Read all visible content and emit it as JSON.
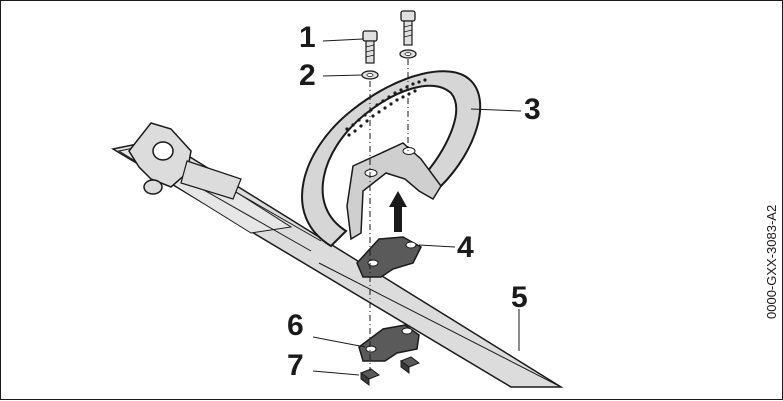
{
  "callouts": {
    "n1": "1",
    "n2": "2",
    "n3": "3",
    "n4": "4",
    "n5": "5",
    "n6": "6",
    "n7": "7"
  },
  "document_code": "0000-GXX-3083-A2",
  "colors": {
    "line": "#1a1a1a",
    "part_fill": "#dcdcdc",
    "dark_part": "#5a5a5a",
    "background": "#ffffff"
  }
}
